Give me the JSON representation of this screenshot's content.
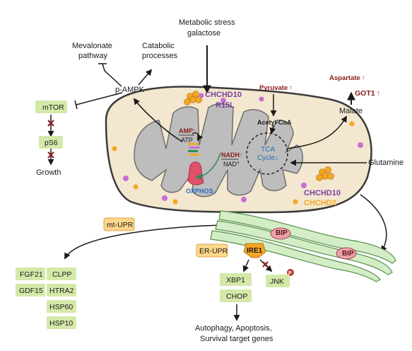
{
  "colors": {
    "mito_fill": "#f3e7cf",
    "mito_stroke": "#3a3a3a",
    "cristae_fill": "#bdbdbd",
    "green_box": "#d4e9a9",
    "orange_box": "#ffd78a",
    "er_fill": "#d3edc7",
    "dark_red": "#8b1a1a",
    "purple": "#7a3fa0",
    "orange_text": "#f5a623",
    "blue": "#2a6ebb"
  },
  "labels": {
    "metabolic_stress": "Metabolic stress",
    "galactose": "galactose",
    "mevalonate_1": "Mevalonate",
    "mevalonate_2": "pathway",
    "catabolic_1": "Catabolic",
    "catabolic_2": "processes",
    "p_ampk": "p-AMPK",
    "mtor": "mTOR",
    "ps6": "pS6",
    "growth": "Growth",
    "chchd10_top": "CHCHD10",
    "r15l": "R15L",
    "pyruvate": "Pyruvate",
    "acetyl_coa": "Acetyl-CoA",
    "tca": "TCA",
    "cycle": "Cycle",
    "amp": "AMP",
    "atp": "ATP",
    "nadh": "NADH",
    "nad": "NAD",
    "nad_sup": "+",
    "oxphos": "OXPHOS",
    "aspartate": "Aspartate",
    "got1": "GOT1",
    "malate": "Malate",
    "glutamine": "Glutamine",
    "chchd10_bottom": "CHCHD10",
    "chchd2": "CHCHD2",
    "mt_upr": "mt-UPR",
    "fgf21": "FGF21",
    "gdf15": "GDF15",
    "clpp": "CLPP",
    "htra2": "HTRA2",
    "hsp60": "HSP60",
    "hsp10": "HSP10",
    "er_upr": "ER-UPR",
    "ire1": "IRE1",
    "bip": "BIP",
    "bip2": "BIP",
    "xbp1": "XBP1",
    "chop": "CHOP",
    "jnk": "JNK",
    "p_marker": "P",
    "outcome_1": "Autophagy, Apoptosis,",
    "outcome_2": "Survival target genes",
    "up_arrow": "↑",
    "down_arrow": "↓"
  }
}
